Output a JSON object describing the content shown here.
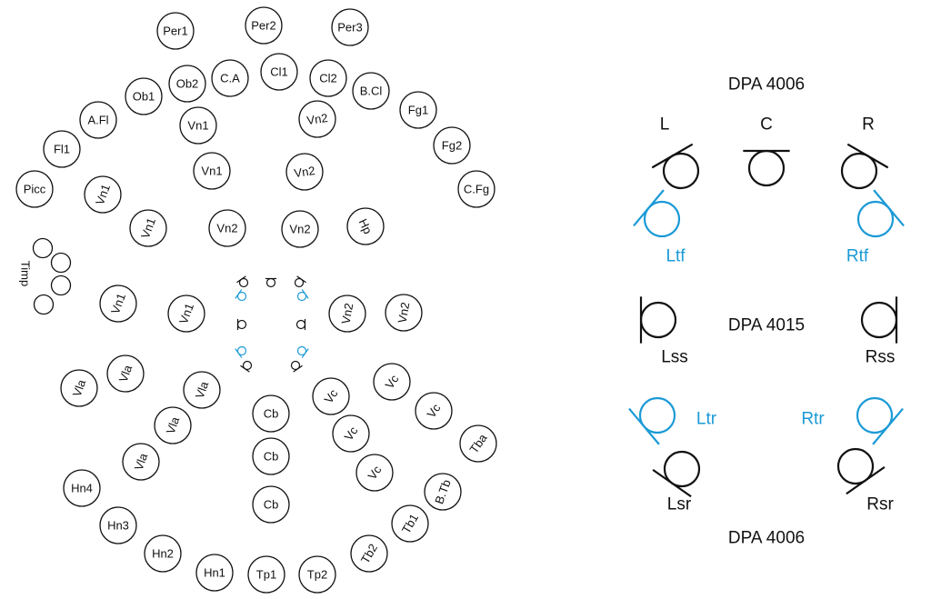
{
  "colors": {
    "primary": "#111111",
    "accent": "#1b9ad6"
  },
  "orchestra": {
    "seats": [
      "Per1",
      "Per2",
      "Per3",
      "Ob2",
      "C.A",
      "Cl1",
      "Cl2",
      "B.Cl",
      "Ob1",
      "A.Fl",
      "Fg1",
      "Vn1",
      "Vn2",
      "Fl1",
      "Fg2",
      "Vn1",
      "Vn2",
      "Picc",
      "C.Fg",
      "Vn1",
      "Vn1",
      "Vn2",
      "Vn2",
      "Hp",
      "Vn1",
      "Vn1",
      "Vn2",
      "Vn2",
      "Vla",
      "Vla",
      "Vla",
      "Vc",
      "Vc",
      "Vla",
      "Cb",
      "Vc",
      "Vc",
      "Tba",
      "Vla",
      "Cb",
      "Vc",
      "B.Tb",
      "Hn4",
      "Cb",
      "Hn3",
      "Tb1",
      "Hn2",
      "Tb2",
      "Hn1",
      "Tp1",
      "Tp2"
    ],
    "timpani_label": "Timp"
  },
  "mic_array": {
    "groups": [
      {
        "model": "DPA 4006"
      },
      {
        "model": "DPA 4015"
      },
      {
        "model": "DPA 4006"
      }
    ],
    "mics": [
      {
        "label": "L",
        "color": "primary"
      },
      {
        "label": "C",
        "color": "primary"
      },
      {
        "label": "R",
        "color": "primary"
      },
      {
        "label": "Ltf",
        "color": "accent"
      },
      {
        "label": "Rtf",
        "color": "accent"
      },
      {
        "label": "Lss",
        "color": "primary"
      },
      {
        "label": "Rss",
        "color": "primary"
      },
      {
        "label": "Ltr",
        "color": "accent"
      },
      {
        "label": "Rtr",
        "color": "accent"
      },
      {
        "label": "Lsr",
        "color": "primary"
      },
      {
        "label": "Rsr",
        "color": "primary"
      }
    ]
  }
}
